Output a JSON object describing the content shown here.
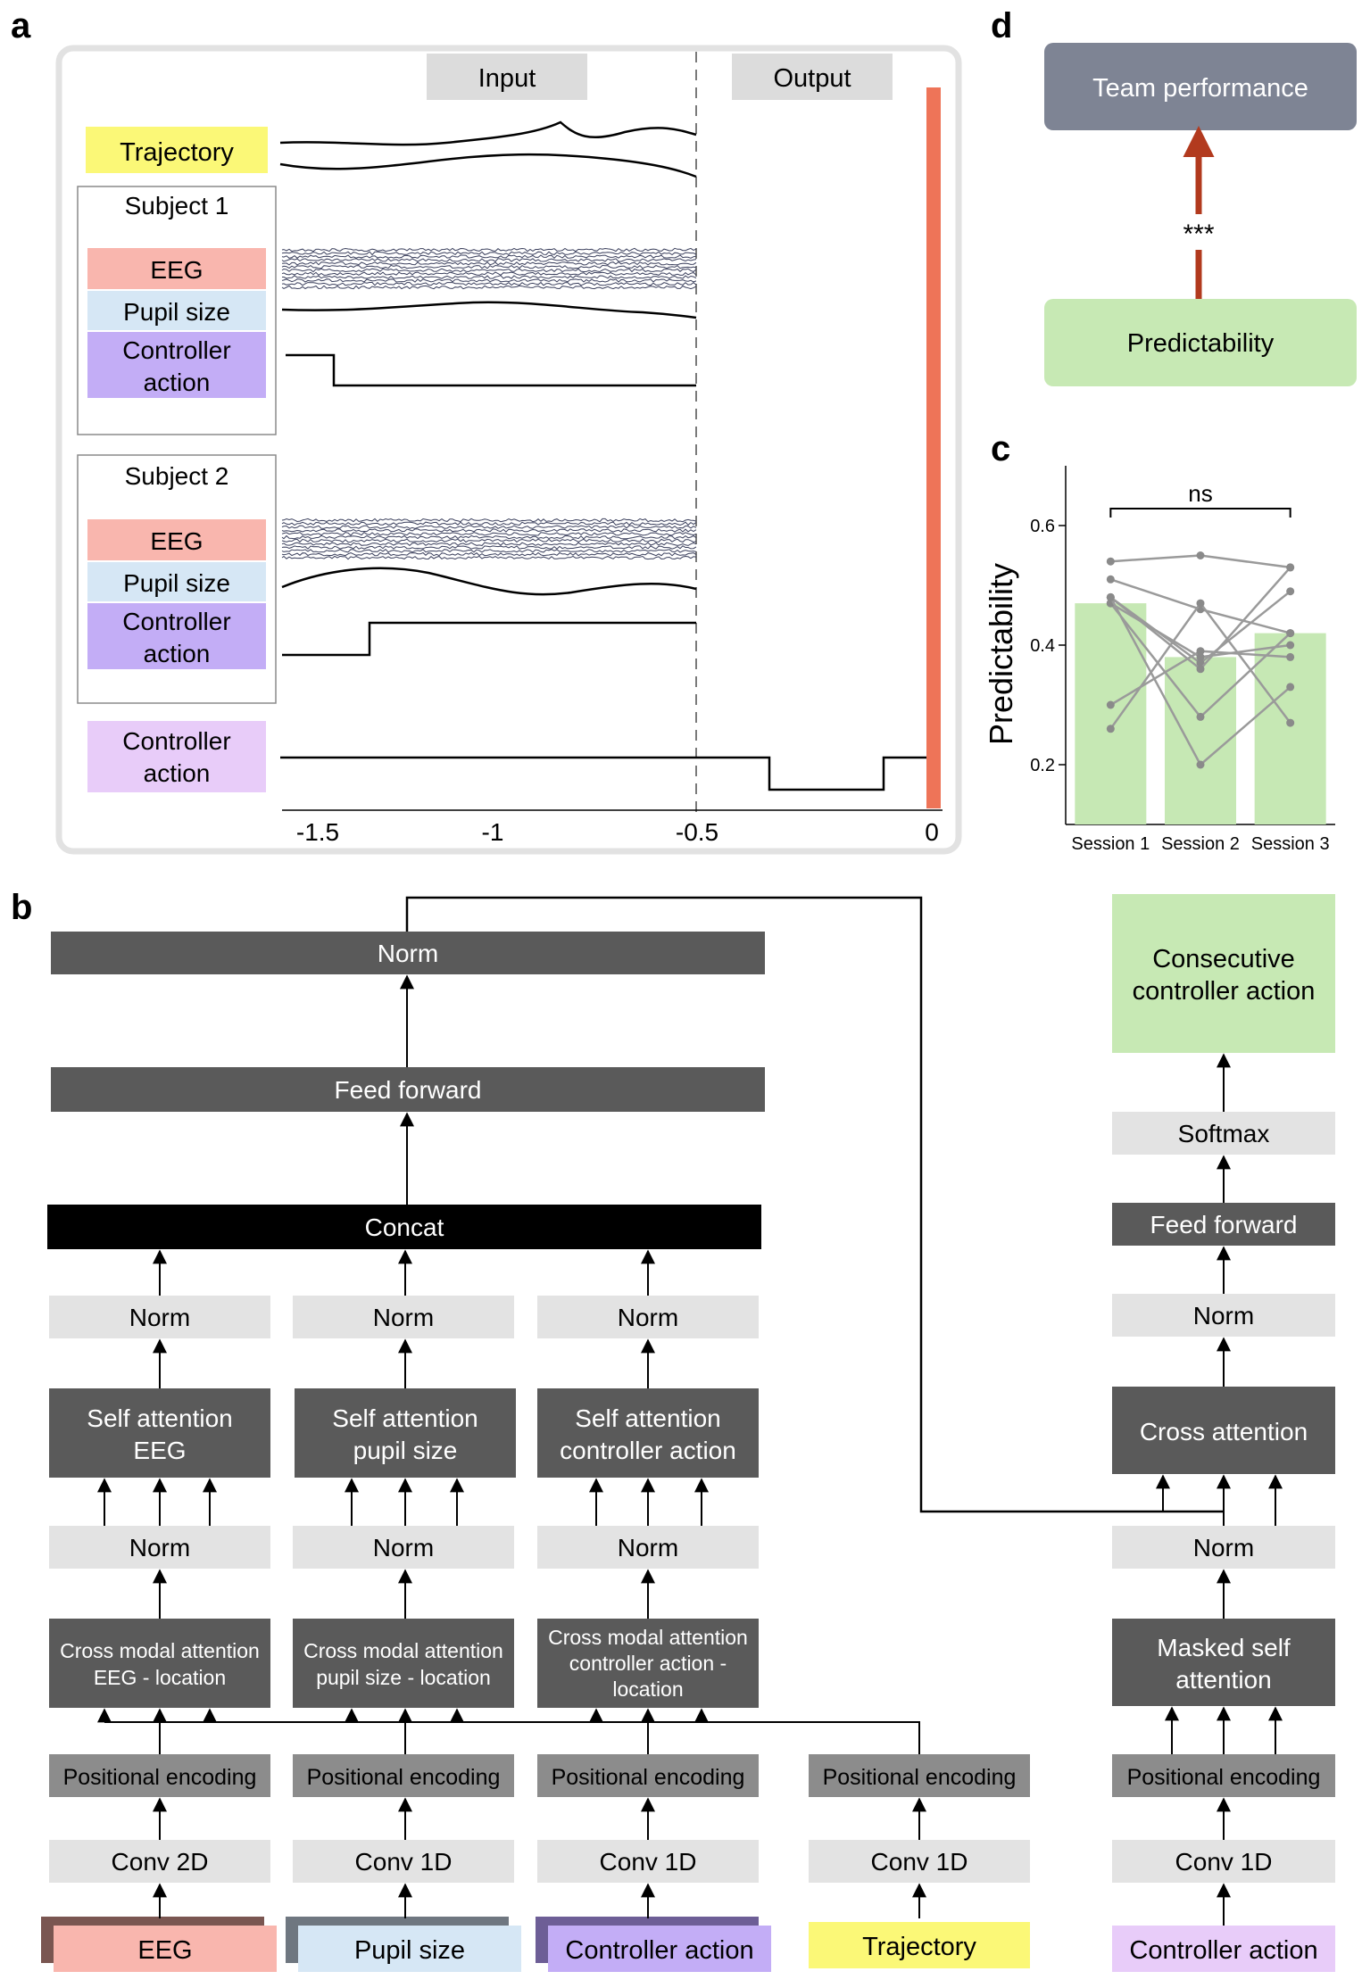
{
  "panel_labels": {
    "a": "a",
    "b": "b",
    "c": "c",
    "d": "d"
  },
  "panel_a": {
    "input_label": "Input",
    "output_label": "Output",
    "trajectory_label": "Trajectory",
    "subject1_title": "Subject 1",
    "subject2_title": "Subject 2",
    "eeg_label": "EEG",
    "pupil_label": "Pupil size",
    "controller_label_line1": "Controller",
    "controller_label_line2": "action",
    "x_ticks": [
      "-1.5",
      "-1",
      "-0.5",
      "0"
    ]
  },
  "panel_b": {
    "encoder": {
      "top_norm": "Norm",
      "feed_forward": "Feed forward",
      "concat": "Concat",
      "columns": [
        {
          "norm_top": "Norm",
          "self_attention": [
            "Self attention",
            "EEG"
          ],
          "norm_mid": "Norm",
          "cross_modal": [
            "Cross modal attention",
            "EEG - location"
          ],
          "positional": "Positional encoding",
          "conv": "Conv 2D",
          "input": "EEG"
        },
        {
          "norm_top": "Norm",
          "self_attention": [
            "Self attention",
            "pupil size"
          ],
          "norm_mid": "Norm",
          "cross_modal": [
            "Cross modal attention",
            "pupil size - location"
          ],
          "positional": "Positional encoding",
          "conv": "Conv 1D",
          "input": "Pupil size"
        },
        {
          "norm_top": "Norm",
          "self_attention": [
            "Self attention",
            "controller action"
          ],
          "norm_mid": "Norm",
          "cross_modal": [
            "Cross modal attention",
            "controller action -",
            "location"
          ],
          "positional": "Positional encoding",
          "conv": "Conv 1D",
          "input": "Controller action"
        }
      ],
      "trajectory_column": {
        "positional": "Positional encoding",
        "conv": "Conv 1D",
        "input": "Trajectory"
      }
    },
    "decoder": {
      "output": [
        "Consecutive",
        "controller action"
      ],
      "softmax": "Softmax",
      "feed_forward": "Feed forward",
      "norm_top": "Norm",
      "cross_attention": "Cross attention",
      "norm_mid": "Norm",
      "masked_self_attention": [
        "Masked self",
        "attention"
      ],
      "positional": "Positional encoding",
      "conv": "Conv 1D",
      "input": "Controller action"
    }
  },
  "panel_c": {
    "chart_data": {
      "type": "bar",
      "categories": [
        "Session 1",
        "Session 2",
        "Session 3"
      ],
      "values": [
        0.47,
        0.38,
        0.42
      ],
      "ylabel": "Predictability",
      "ylim": [
        0.1,
        0.7
      ],
      "yticks": [
        0.2,
        0.4,
        0.6
      ],
      "ytick_labels": [
        "0.2",
        "0.4",
        "0.6"
      ],
      "significance_label": "ns",
      "paired_lines": [
        [
          0.54,
          0.55,
          0.53
        ],
        [
          0.51,
          0.46,
          0.42
        ],
        [
          0.48,
          0.37,
          0.49
        ],
        [
          0.48,
          0.36,
          0.53
        ],
        [
          0.47,
          0.38,
          0.4
        ],
        [
          0.47,
          0.28,
          0.42
        ],
        [
          0.3,
          0.39,
          0.38
        ],
        [
          0.26,
          0.47,
          0.27
        ],
        [
          0.48,
          0.2,
          0.33
        ]
      ],
      "bar_color": "#c6e8b4",
      "line_color": "#9a9a9a"
    }
  },
  "panel_d": {
    "top_box": "Team performance",
    "bottom_box": "Predictability",
    "significance": "***"
  },
  "colors": {
    "eeg": "#f9b6ae",
    "pupil": "#d6e7f5",
    "controller": "#c3adf6",
    "controller_light": "#e8ccf9",
    "trajectory": "#fbf877",
    "output_bar": "#ee7458",
    "dark_box": "#5a5a5a",
    "mid_box": "#8c8c8c",
    "light_box": "#e3e3e3",
    "green_box": "#c7e9b4",
    "team_box": "#7e8494"
  }
}
